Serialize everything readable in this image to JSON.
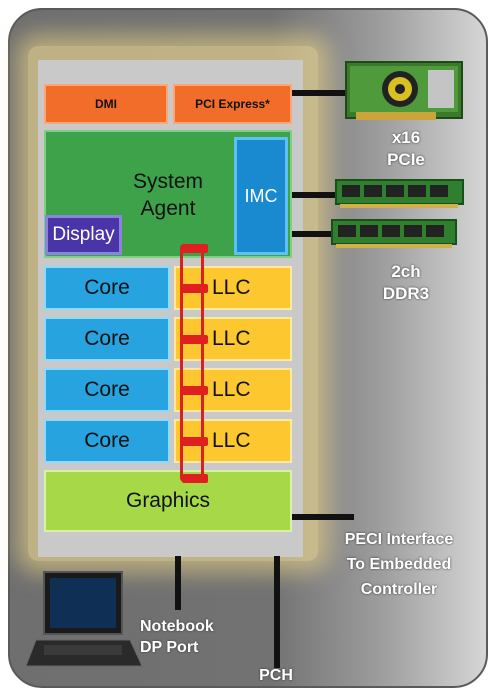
{
  "blocks": {
    "dmi": "DMI",
    "pci_express": "PCI Express*",
    "system_agent": "System Agent",
    "imc": "IMC",
    "display": "Display",
    "cores": [
      "Core",
      "Core",
      "Core",
      "Core"
    ],
    "llc": [
      "LLC",
      "LLC",
      "LLC",
      "LLC"
    ],
    "graphics": "Graphics"
  },
  "external": {
    "pcie_line1": "x16",
    "pcie_line2": "PCIe",
    "ddr_line1": "2ch",
    "ddr_line2": "DDR3",
    "peci_line1": "PECI Interface",
    "peci_line2": "To Embedded",
    "peci_line3": "Controller",
    "dp_line1": "Notebook",
    "dp_line2": "DP Port",
    "pch": "PCH"
  },
  "icons": [
    "graphics-card-icon",
    "memory-module-icon",
    "laptop-icon"
  ],
  "colors": {
    "dmi": "#f26d2a",
    "system_agent": "#3ea24a",
    "imc": "#1a8ad0",
    "display": "#4a35a8",
    "core": "#27a3df",
    "llc": "#fdc72f",
    "graphics": "#a6d848",
    "ring": "#d82222"
  }
}
